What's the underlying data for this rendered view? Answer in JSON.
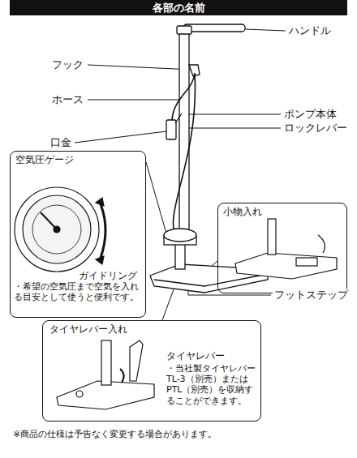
{
  "diagram": {
    "title": "各部の名前",
    "nodes": [
      {
        "text": [
          "空気圧ゲージ",
          "ガイドリング",
          "・希望の空気圧まで空気を入れる目安として使うと便利です。"
        ]
      },
      {
        "text": [
          "小物入れ"
        ]
      },
      {
        "text": [
          "タイヤレバー入れ",
          "タイヤレバー",
          "・当社製タイヤレバーTL-3（別売）またはPTL（別売）を収納することができます。"
        ]
      }
    ],
    "labels": [
      "ハンドル",
      "フック",
      "ホース",
      "ポンプ本体",
      "ロックレバー",
      "口金",
      "フットステップ",
      "※商品の仕様は予告なく変更する場合があります。"
    ]
  }
}
